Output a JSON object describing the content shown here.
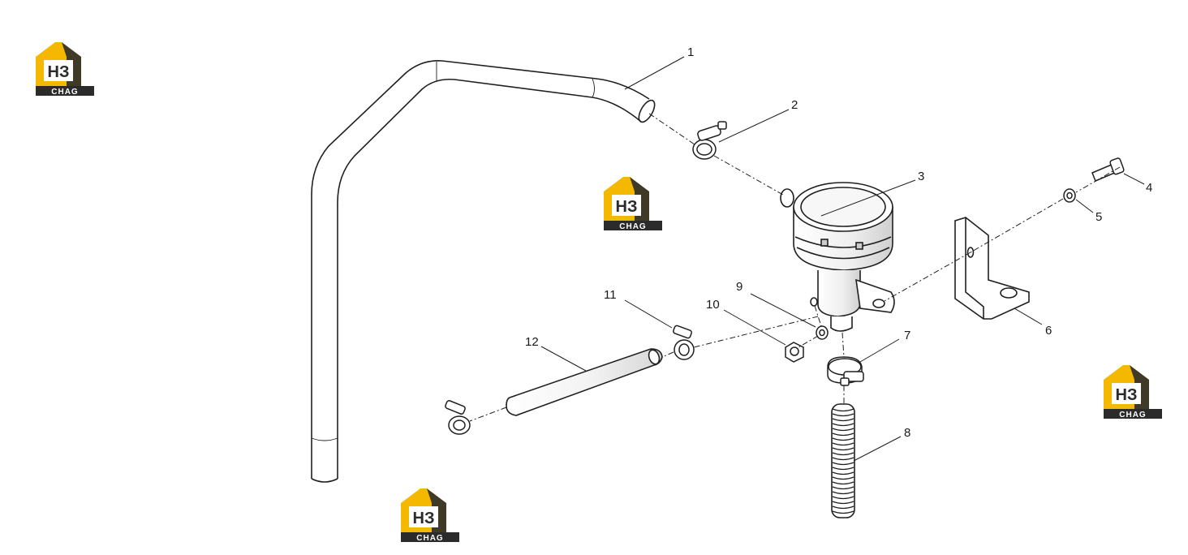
{
  "callouts": [
    "1",
    "2",
    "3",
    "4",
    "5",
    "6",
    "7",
    "8",
    "9",
    "10",
    "11",
    "12"
  ],
  "watermark": {
    "mark": "HЗ",
    "name": "CHAG",
    "colors": {
      "yellow": "#f5b800",
      "dark": "#2b2b2b",
      "white": "#ffffff"
    }
  },
  "colors": {
    "line": "#1f1f1f",
    "leader": "#1f1f1f",
    "fill": "#ffffff",
    "shade": "#d9d9d9"
  }
}
